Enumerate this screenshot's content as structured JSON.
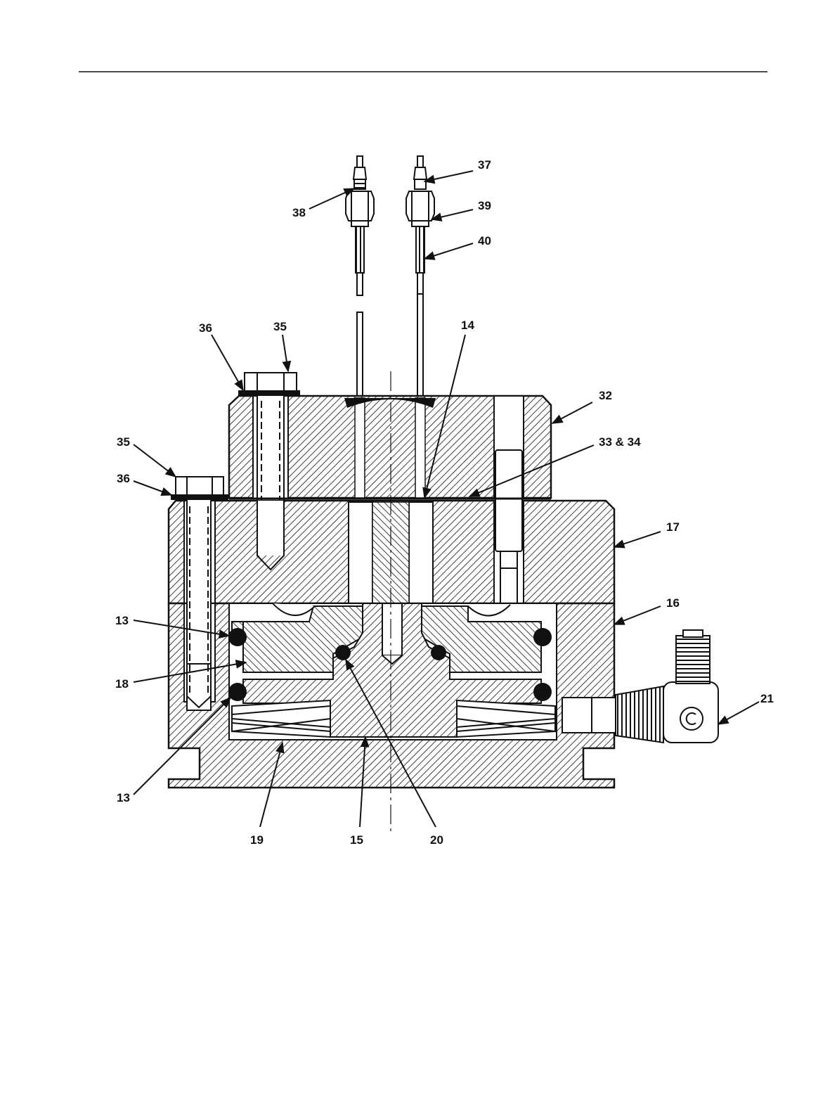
{
  "colors": {
    "ink": "#111111",
    "paper": "#ffffff"
  },
  "callouts": {
    "c13_upper": "13",
    "c13_lower": "13",
    "c14": "14",
    "c15": "15",
    "c16": "16",
    "c17": "17",
    "c18": "18",
    "c19": "19",
    "c20": "20",
    "c21": "21",
    "c32": "32",
    "c33_34": "33 & 34",
    "c35_top": "35",
    "c35_left": "35",
    "c36_top": "36",
    "c36_left": "36",
    "c37": "37",
    "c38": "38",
    "c39": "39",
    "c40": "40"
  }
}
